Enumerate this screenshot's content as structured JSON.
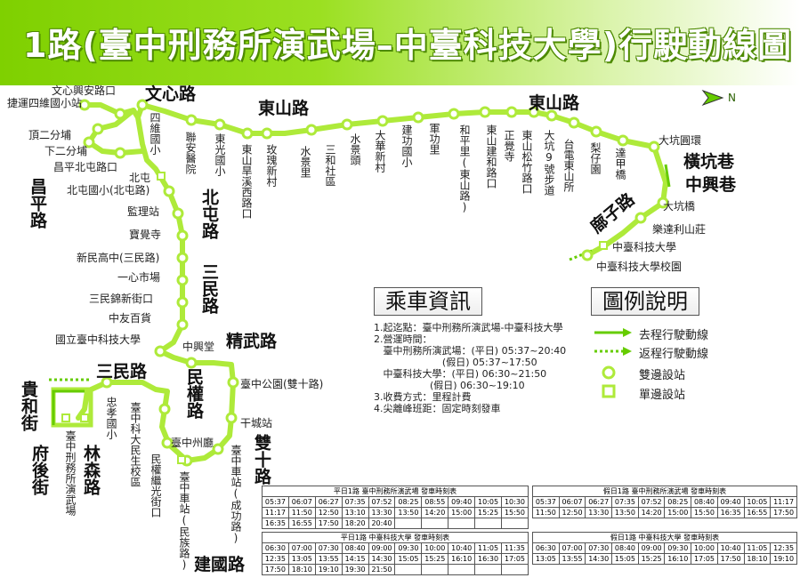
{
  "title": "1路(臺中刑務所演武場–中臺科技大學)行駛動線圖",
  "north": "N",
  "colors": {
    "route": "#aeea3a",
    "arrow": "#66cc00",
    "header": "#7fd000"
  },
  "roads": {
    "wenxin": "文心路",
    "changping": "昌平路",
    "beitun": "北屯路",
    "sanmin1": "三民路",
    "jingwu": "精武路",
    "sanmin2": "三民路",
    "minquan": "民權路",
    "shuangshi": "雙十路",
    "jianguo": "建國路",
    "guihe": "貴和街",
    "fuhou": "府後街",
    "linsen": "林森路",
    "dongshan1": "東山路",
    "dongshan2": "東山路",
    "hengkeng": "橫坑巷",
    "zhongxing": "中興巷",
    "pozi": "廍子路"
  },
  "stops_h": {
    "wenxinxingan": "文心興安路口",
    "jieyun": "捷運四維國小站",
    "dingerfen": "頂二分埔",
    "xiaerfen": "下二分埔",
    "changpingbeibei": "昌平北屯路口",
    "beitun": "北屯",
    "beitunschool": "北屯國小(北屯路)",
    "jianlizhan": "監理站",
    "baojuesi": "寶覺寺",
    "xinmin": "新民高中(三民路)",
    "yixin": "一心市場",
    "sanminjin": "三民錦新街口",
    "zhongyou": "中友百貨",
    "ntut": "國立臺中科技大學",
    "zhongxingtang": "中興堂",
    "zhonggongyuan": "臺中公園(雙十路)",
    "ganchengzhan": "干城站",
    "zhongzhoutin": "臺中州廳",
    "dakengyuan": "大坑圓環",
    "dakengqiao": "大坑橋",
    "ledali": "樂達利山莊",
    "ctust": "中臺科技大學",
    "ctustcampus": "中臺科技大學校園"
  },
  "stops_v": {
    "siweixiao": "四維國小",
    "lianan": "聯安醫院",
    "dongguang": "東光國小",
    "dongshanzaoxi": "東山旱溪西路口",
    "meigui": "玫瑰新村",
    "shuijing": "水景里",
    "sanhe": "三和社區",
    "shuijingtou": "水景頭",
    "dahua": "大華新村",
    "jiangong": "建功國小",
    "jungong": "軍功里",
    "heping": "和平里(東山路)",
    "dongshanjianjian": "東山建和路口",
    "zhengjue": "正覺寺",
    "songzhu": "東山松竹路口",
    "dakeng9": "大坑9號步道",
    "taidian": "台電東山所",
    "lizi": "梨仔園",
    "dajia": "達甲橋",
    "zhongxiao": "忠孝國小",
    "keda": "臺中科大民生校區",
    "minquan": "民權繼光街口",
    "chezhanminzu": "臺中車站(民族路)",
    "chezhanchenggong": "臺中車站(成功路)",
    "xingwusuo": "臺中刑務所演武場"
  },
  "info": {
    "title": "乘車資訊",
    "lines": [
      "1.起迄點：臺中刑務所演武場-中臺科技大學",
      "2.營運時間：",
      "   臺中刑務所演武場：(平日) 05:37~20:40",
      "                      (假日) 05:37~17:50",
      "   中臺科技大學：(平日) 06:30~21:50",
      "                  (假日) 06:30~19:10",
      "3.收費方式：里程計費",
      "4.尖離峰班距：固定時刻發車"
    ]
  },
  "legend": {
    "title": "圖例說明",
    "outbound": "去程行駛動線",
    "return": "返程行駛動線",
    "both": "雙邊設站",
    "single": "單邊設站"
  },
  "timetables": [
    {
      "title": "平日1路 臺中刑務所演武場 發車時刻表",
      "rows": [
        [
          "05:37",
          "06:07",
          "06:27",
          "07:35",
          "07:52",
          "08:25",
          "08:55",
          "09:40",
          "10:05",
          "10:30"
        ],
        [
          "11:17",
          "11:50",
          "12:50",
          "13:10",
          "13:30",
          "13:50",
          "14:20",
          "15:00",
          "15:25",
          "15:50"
        ],
        [
          "16:35",
          "16:55",
          "17:50",
          "18:20",
          "20:40",
          "",
          "",
          "",
          "",
          ""
        ]
      ]
    },
    {
      "title": "假日1路 臺中刑務所演武場 發車時刻表",
      "rows": [
        [
          "05:37",
          "06:07",
          "06:27",
          "07:35",
          "07:52",
          "08:25",
          "08:40",
          "09:40",
          "10:05",
          "11:17"
        ],
        [
          "11:50",
          "12:50",
          "13:30",
          "13:50",
          "14:20",
          "15:00",
          "15:50",
          "16:35",
          "16:55",
          "17:50"
        ]
      ]
    },
    {
      "title": "平日1路 中臺科技大學 發車時刻表",
      "rows": [
        [
          "06:30",
          "07:00",
          "07:30",
          "08:40",
          "09:00",
          "09:30",
          "10:00",
          "10:40",
          "11:05",
          "11:35"
        ],
        [
          "12:35",
          "13:05",
          "13:55",
          "14:15",
          "14:30",
          "15:05",
          "15:25",
          "16:10",
          "16:30",
          "17:05"
        ],
        [
          "17:50",
          "18:10",
          "19:10",
          "19:30",
          "21:50",
          "",
          "",
          "",
          "",
          ""
        ]
      ]
    },
    {
      "title": "假日1路 中臺科技大學 發車時刻表",
      "rows": [
        [
          "06:30",
          "07:00",
          "07:30",
          "08:40",
          "09:00",
          "09:30",
          "10:00",
          "10:40",
          "11:05",
          "12:35"
        ],
        [
          "13:05",
          "13:55",
          "14:30",
          "15:05",
          "15:25",
          "16:10",
          "17:05",
          "17:50",
          "18:10",
          "19:10"
        ]
      ]
    }
  ]
}
